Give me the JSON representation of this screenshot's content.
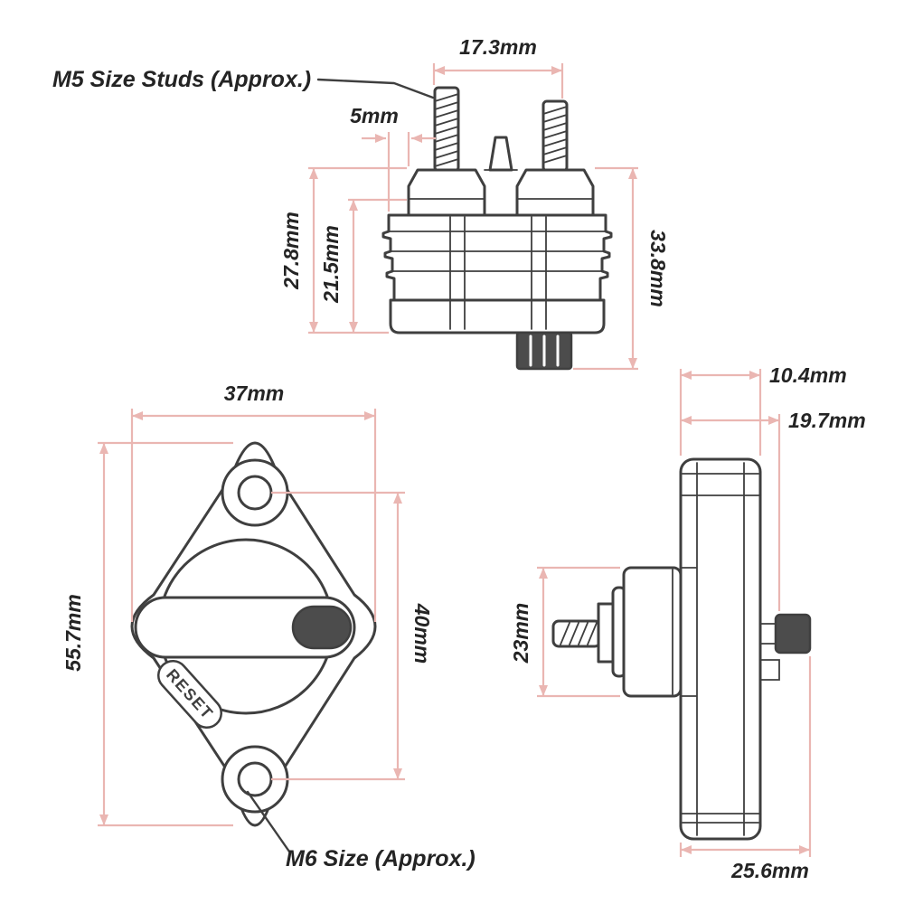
{
  "colors": {
    "background": "#ffffff",
    "drawing": "#3f3f3f",
    "dimension": "#eab6b2",
    "text": "#242424",
    "dark_fill": "#4c4c4c"
  },
  "labels": {
    "m5_studs": "M5 Size Studs (Approx.)",
    "m6_size": "M6 Size (Approx.)",
    "reset": "RESET"
  },
  "dimensions": {
    "top_view": {
      "stud_spacing": "17.3mm",
      "edge_offset": "5mm",
      "height_to_flange": "27.8mm",
      "height_mid": "21.5mm",
      "overall_height": "33.8mm"
    },
    "front_view": {
      "width": "37mm",
      "height": "55.7mm",
      "hole_spacing": "40mm"
    },
    "side_view": {
      "plate_thickness": "10.4mm",
      "depth_front": "19.7mm",
      "body_height": "23mm",
      "overall_depth": "25.6mm"
    }
  }
}
